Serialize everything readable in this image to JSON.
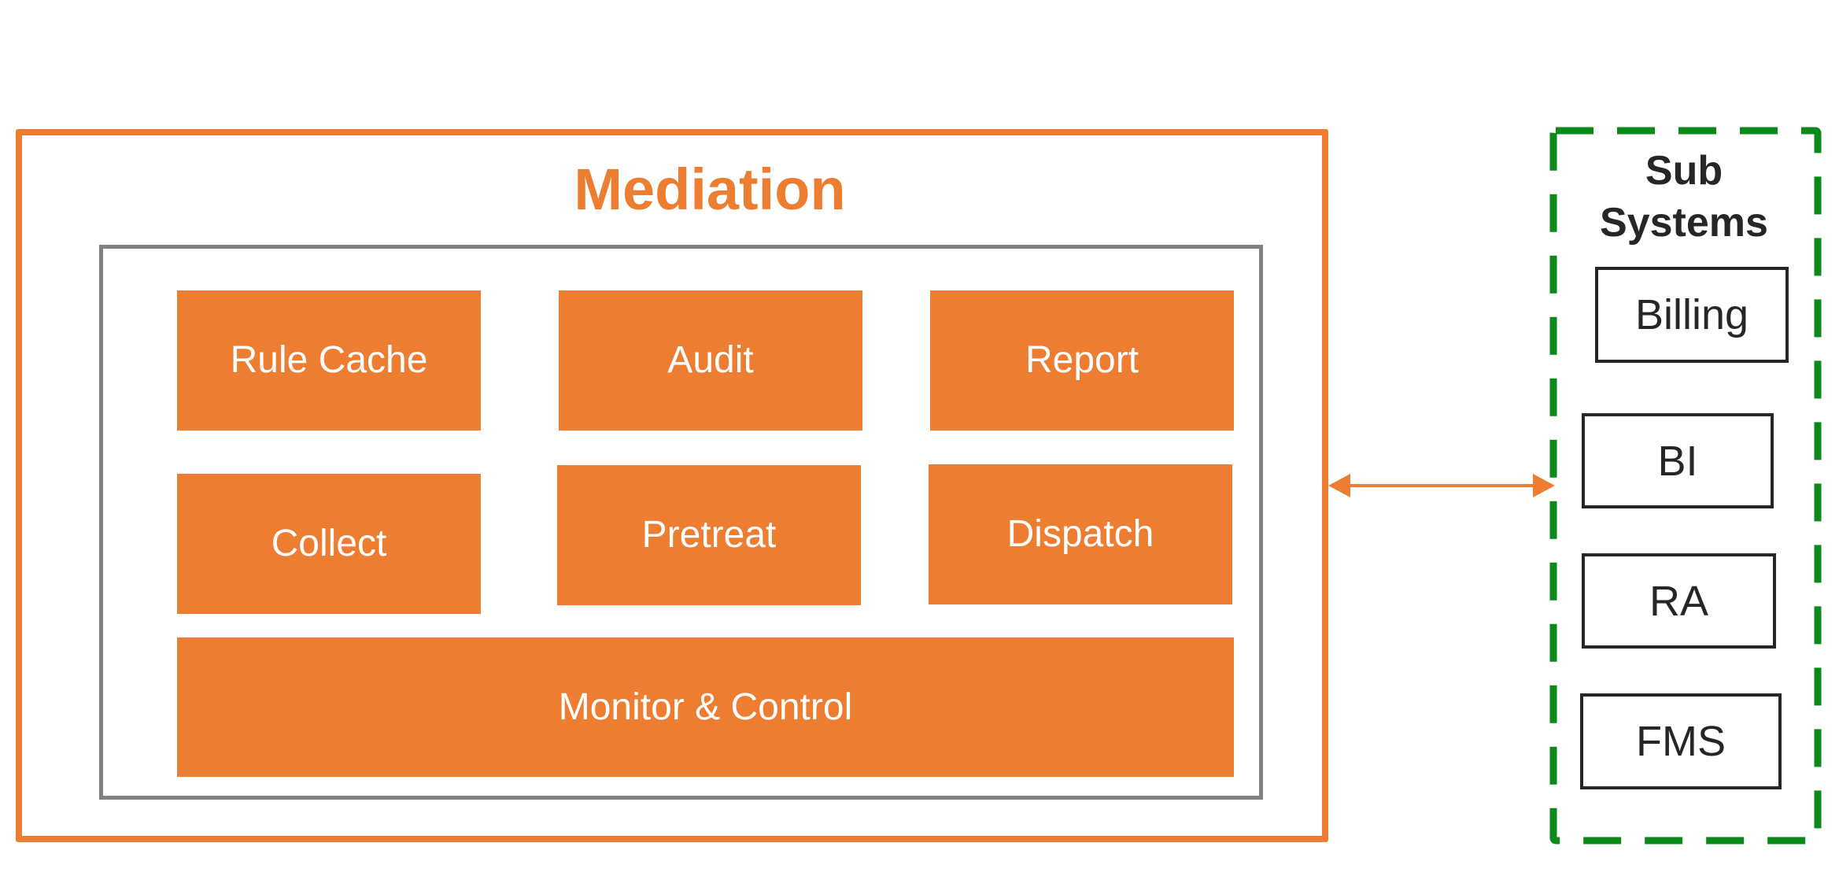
{
  "mediation": {
    "title": "Mediation",
    "modules": {
      "rule_cache": "Rule Cache",
      "audit": "Audit",
      "report": "Report",
      "collect": "Collect",
      "pretreat": "Pretreat",
      "dispatch": "Dispatch",
      "monitor_control": "Monitor & Control"
    }
  },
  "sub_systems": {
    "title_line1": "Sub",
    "title_line2": "Systems",
    "items": [
      "Billing",
      "BI",
      "RA",
      "FMS"
    ]
  },
  "colors": {
    "accent_orange": "#ED7D31",
    "frame_grey": "#7F7F7F",
    "dashed_green": "#0B8A1A",
    "text_dark": "#262626"
  }
}
